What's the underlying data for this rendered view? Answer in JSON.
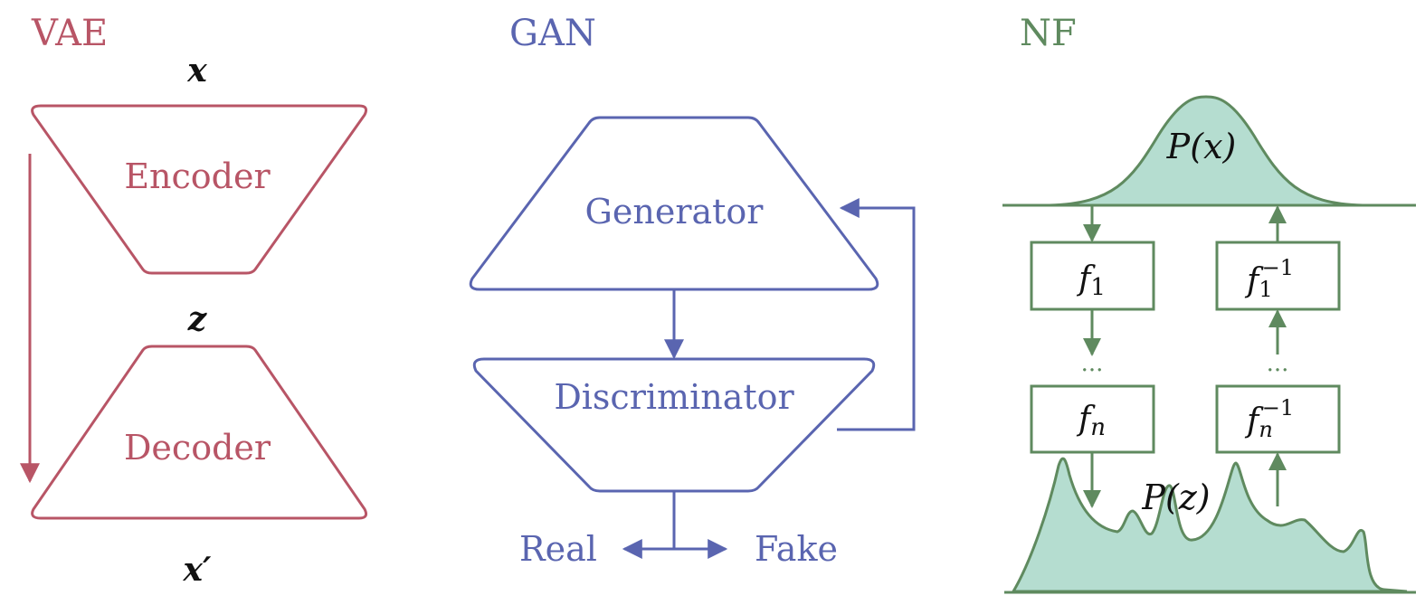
{
  "vae": {
    "title": "VAE",
    "input": "x",
    "latent": "z",
    "output": "x′",
    "encoder": "Encoder",
    "decoder": "Decoder"
  },
  "gan": {
    "title": "GAN",
    "generator": "Generator",
    "discriminator": "Discriminator",
    "real": "Real",
    "fake": "Fake"
  },
  "nf": {
    "title": "NF",
    "px": "P(x)",
    "pz": "P(z)",
    "f1": "f",
    "f1_sub": "1",
    "fn": "f",
    "fn_sub": "n",
    "f1inv": "f",
    "f1inv_sub": "1",
    "inv_sup": "−1",
    "fninv": "f",
    "fninv_sub": "n",
    "dots": "..."
  },
  "colors": {
    "vae": "#b85566",
    "gan": "#5a65b0",
    "nf": "#5f8a5f",
    "nf_fill": "#b5ddd0"
  }
}
